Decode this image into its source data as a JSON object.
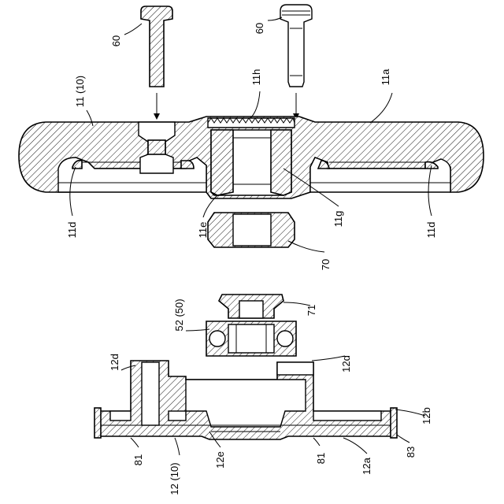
{
  "labels": {
    "screw_left": "60",
    "screw_right": "60",
    "upper_body": "11 (10)",
    "upper_side": "11a",
    "upper_center": "11h",
    "upper_left_slot": "11d",
    "upper_right_slot": "11d",
    "upper_recess": "11e",
    "upper_bore": "11g",
    "nut": "70",
    "cap": "71",
    "bearing": "52 (50)",
    "lower_left_boss": "12d",
    "lower_right_step": "12d",
    "lower_right_flange": "12b",
    "lower_right_plate": "83",
    "lower_left_pad": "81",
    "lower_body": "12 (10)",
    "lower_center": "12e",
    "lower_mid_pad": "81",
    "lower_base": "12a"
  }
}
